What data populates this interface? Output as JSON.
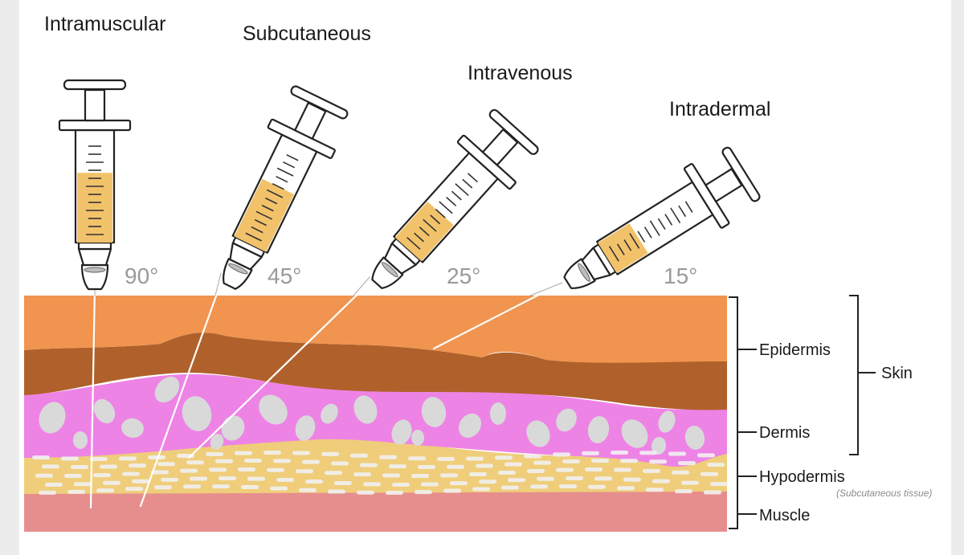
{
  "title": "",
  "injections": [
    {
      "name": "Intramuscular",
      "angle": "90°"
    },
    {
      "name": "Subcutaneous",
      "angle": "45°"
    },
    {
      "name": "Intravenous",
      "angle": "25°"
    },
    {
      "name": "Intradermal",
      "angle": "15°"
    }
  ],
  "layers": {
    "epidermis": "Epidermis",
    "dermis": "Dermis",
    "hypodermis": "Hypodermis",
    "hypodermis_note": "(Subcutaneous tissue)",
    "muscle": "Muscle",
    "skin": "Skin"
  },
  "colors": {
    "epidermis": "#f0944f",
    "dermis_top": "#b0612b",
    "dermis": "#ee83e6",
    "hypodermis": "#efcd7a",
    "muscle": "#e68e8e",
    "fluid": "#f2c26a",
    "cell": "#d9d9d9"
  }
}
